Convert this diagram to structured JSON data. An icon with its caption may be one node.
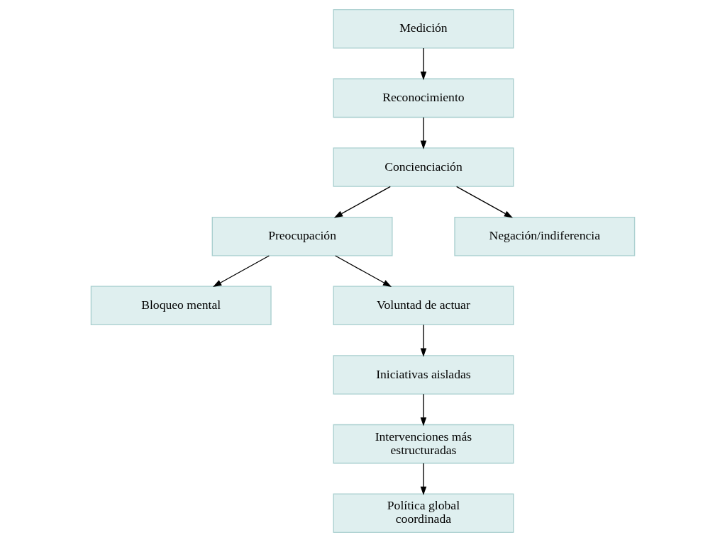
{
  "diagram": {
    "nodes": [
      {
        "text": [
          "Medición"
        ]
      },
      {
        "text": [
          "Reconocimiento"
        ]
      },
      {
        "text": [
          "Concienciación"
        ]
      },
      {
        "text": [
          "Preocupación"
        ]
      },
      {
        "text": [
          "Negación/indiferencia"
        ]
      },
      {
        "text": [
          "Bloqueo mental"
        ]
      },
      {
        "text": [
          "Voluntad de actuar"
        ]
      },
      {
        "text": [
          "Iniciativas aisladas"
        ]
      },
      {
        "text": [
          "Intervenciones más estructuradas"
        ]
      },
      {
        "text": [
          "Política global coordinada"
        ]
      }
    ],
    "edges": [
      {
        "from": 0,
        "to": 1,
        "arrow": "to"
      },
      {
        "from": 1,
        "to": 2,
        "arrow": "to"
      },
      {
        "from": 2,
        "to": 3,
        "arrow": "to"
      },
      {
        "from": 2,
        "to": 4,
        "arrow": "to"
      },
      {
        "from": 3,
        "to": 5,
        "arrow": "to"
      },
      {
        "from": 3,
        "to": 6,
        "arrow": "to"
      },
      {
        "from": 6,
        "to": 7,
        "arrow": "to"
      },
      {
        "from": 7,
        "to": 8,
        "arrow": "to"
      },
      {
        "from": 8,
        "to": 9,
        "arrow": "to"
      }
    ]
  }
}
